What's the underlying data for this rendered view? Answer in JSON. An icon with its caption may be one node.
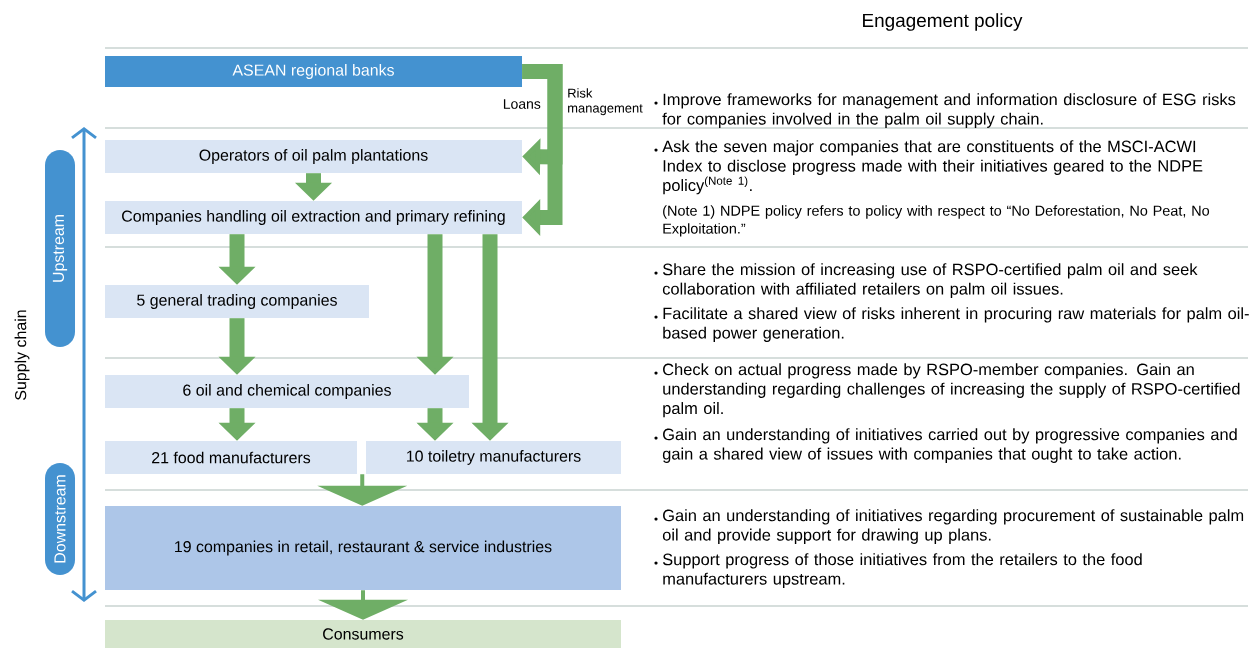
{
  "diagram": {
    "title": "Engagement policy",
    "nodes": [
      {
        "text": [
          "ASEAN regional banks"
        ]
      },
      {
        "text": [
          "Operators of oil palm plantations"
        ]
      },
      {
        "text": [
          "Companies handling oil extraction and primary refining"
        ]
      },
      {
        "text": [
          "5 general trading companies"
        ]
      },
      {
        "text": [
          "6 oil and chemical companies"
        ]
      },
      {
        "text": [
          "21 food manufacturers"
        ]
      },
      {
        "text": [
          "10 toiletry manufacturers"
        ]
      },
      {
        "text": [
          "19 companies in retail, restaurant & service industries"
        ]
      },
      {
        "text": [
          "Consumers"
        ]
      },
      {
        "text": [
          "Upstream"
        ]
      },
      {
        "text": [
          "Downstream"
        ]
      }
    ],
    "edges": [
      {
        "from": 0,
        "to": 1,
        "arrow": "to"
      },
      {
        "from": 0,
        "to": 2,
        "arrow": "to"
      },
      {
        "from": 1,
        "to": 2,
        "arrow": "to"
      },
      {
        "from": 2,
        "to": 3,
        "arrow": "to"
      },
      {
        "from": 2,
        "to": 4,
        "arrow": "to"
      },
      {
        "from": 2,
        "to": 6,
        "arrow": "to"
      },
      {
        "from": 3,
        "to": 4,
        "arrow": "to"
      },
      {
        "from": 4,
        "to": 5,
        "arrow": "to"
      },
      {
        "from": 4,
        "to": 6,
        "arrow": "to"
      },
      {
        "from": 5,
        "to": 7,
        "arrow": "to"
      },
      {
        "from": 6,
        "to": 7,
        "arrow": "to"
      },
      {
        "from": 7,
        "to": 8,
        "arrow": "to"
      }
    ],
    "labels": [
      "Loans",
      "Risk management",
      "Supply chain",
      "Improve frameworks for management and information disclosure of ESG risks for companies involved in the palm oil supply chain.",
      "Ask the seven major companies that are constituents of the MSCI-ACWI Index to disclose progress made with their initiatives geared to the NDPE policy$^{(Note 1)}$.",
      "(Note 1) NDPE policy refers to policy with respect to “No Deforestation, No Peat, No Exploitation.”",
      "Share the mission of increasing use of RSPO-certified palm oil and seek collaboration with affiliated retailers on palm oil issues.",
      "Facilitate a shared view of risks inherent in procuring raw materials for palm oil-based power generation.",
      "Check on actual progress made by RSPO-member companies. Gain an understanding regarding challenges of increasing the supply of RSPO-certified palm oil.",
      "Gain an understanding of initiatives carried out by progressive companies and gain a shared view of issues with companies that ought to take action.",
      "Gain an understanding of initiatives regarding procurement of sustainable palm oil and provide support for drawing up plans.",
      "Support progress of those initiatives from the retailers to the food manufacturers upstream."
    ]
  }
}
